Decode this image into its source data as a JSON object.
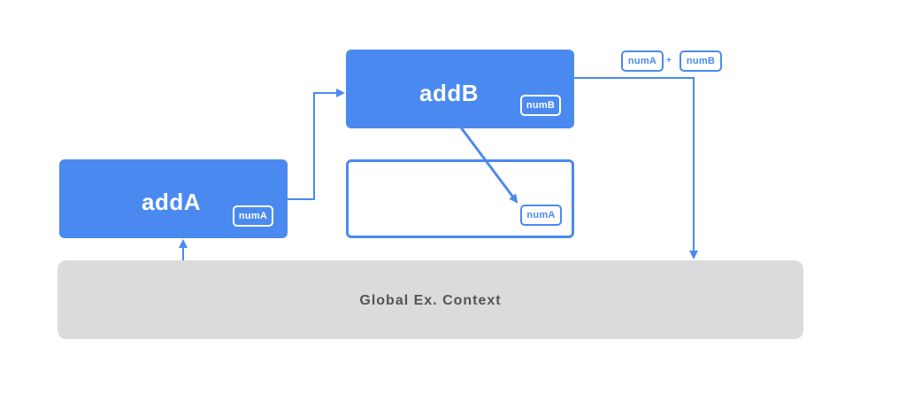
{
  "global_context": {
    "label": "Global Ex. Context"
  },
  "addA": {
    "title": "addA",
    "var": "numA"
  },
  "addB": {
    "title": "addB",
    "var": "numB"
  },
  "closure": {
    "var": "numA"
  },
  "expression": {
    "left": "numA",
    "operator": "+",
    "right": "numB"
  },
  "colors": {
    "accent": "#4a8af0",
    "global_bg": "#dcdbdb",
    "global_text": "#555555"
  }
}
